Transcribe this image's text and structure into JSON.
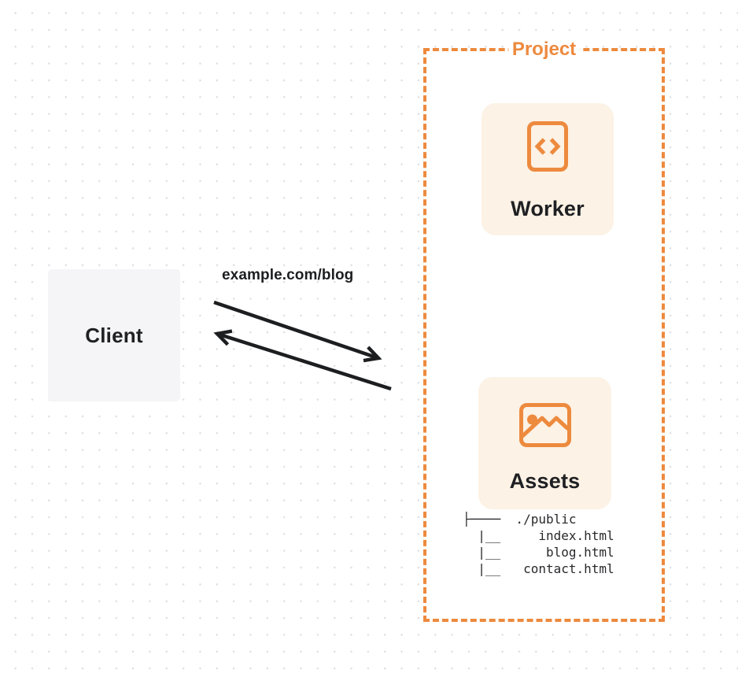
{
  "colors": {
    "accent_orange": "#ed8a3e",
    "card_cream": "#fcf2e5",
    "client_gray": "#f5f5f7",
    "ink": "#202124",
    "grid_dot": "#e0e0e3"
  },
  "client": {
    "label": "Client"
  },
  "request": {
    "label": "example.com/blog",
    "arrows": [
      "arrow-to-project",
      "arrow-to-client"
    ]
  },
  "project": {
    "label": "Project",
    "cards": [
      {
        "label": "Worker",
        "icon": "code-file-icon"
      },
      {
        "label": "Assets",
        "icon": "image-icon"
      }
    ],
    "file_tree": {
      "root": "./public",
      "files": [
        "index.html",
        "blog.html",
        "contact.html"
      ],
      "ascii": "├────  ./public\n  |__     index.html\n  |__      blog.html\n  |__   contact.html"
    }
  }
}
